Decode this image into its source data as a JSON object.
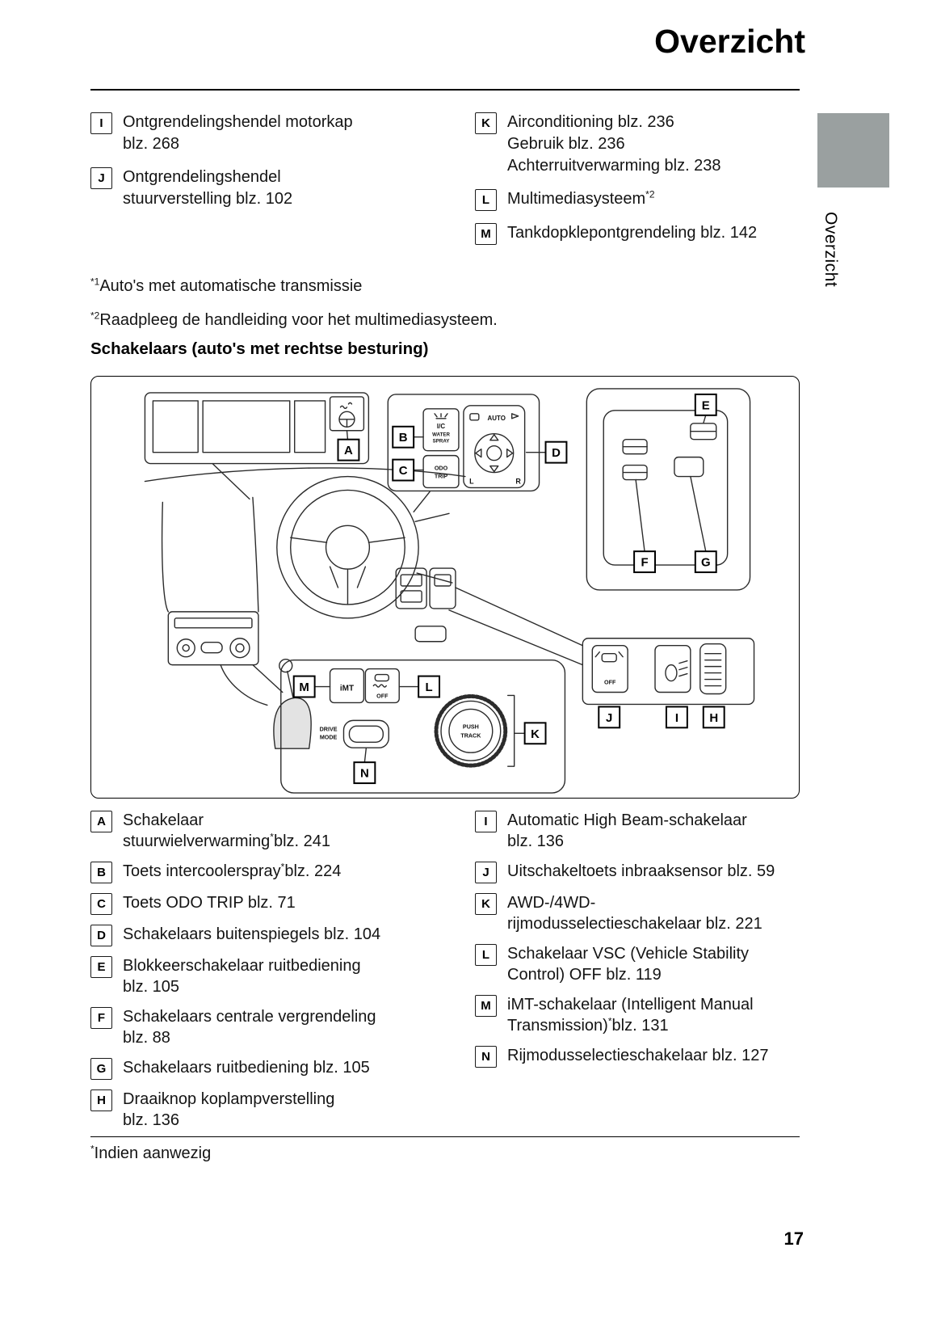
{
  "page": {
    "title": "Overzicht",
    "number": "17"
  },
  "sidebar": {
    "vertical_label": "Overzicht",
    "tab_color": "#9aa0a0"
  },
  "top_list": {
    "left": [
      {
        "key": "I",
        "line1": "Ontgrendelingshendel motorkap",
        "line2": "blz. 268"
      },
      {
        "key": "J",
        "line1": "Ontgrendelingshendel",
        "line2": "stuurverstelling blz. 102"
      }
    ],
    "right": [
      {
        "key": "K",
        "line1": "Airconditioning blz. 236",
        "line2": "Gebruik blz. 236",
        "line3": "Achterruitverwarming blz. 238"
      },
      {
        "key": "L",
        "line1": "Multimediasysteem",
        "sup": "*2"
      },
      {
        "key": "M",
        "line1": "Tankdopklepontgrendeling blz. 142"
      }
    ]
  },
  "footnotes": [
    {
      "sup": "*1",
      "text": "Auto's met automatische transmissie"
    },
    {
      "sup": "*2",
      "text": "Raadpleeg de handleiding voor het multimediasysteem."
    }
  ],
  "section_heading": "Schakelaars (auto's met rechtse besturing)",
  "diagram": {
    "callouts": {
      "a": "A",
      "b": "B",
      "c": "C",
      "d": "D",
      "e": "E",
      "f": "F",
      "g": "G",
      "h": "H",
      "i": "I",
      "j": "J",
      "k": "K",
      "l": "L",
      "m": "M",
      "n": "N"
    },
    "buttons": {
      "ic1": "I/C",
      "ic2": "WATER",
      "ic3": "SPRAY",
      "odo1": "ODO",
      "odo2": "TRIP",
      "auto": "AUTO",
      "mirror_l": "L",
      "mirror_r": "R",
      "imt": "iMT",
      "vsc_off": "OFF",
      "drive1": "DRIVE",
      "drive2": "MODE",
      "push1": "PUSH",
      "push2": "TRACK",
      "fold_off": "OFF"
    }
  },
  "legend": {
    "left": [
      {
        "key": "A",
        "line1": "Schakelaar",
        "line2pre": "stuurwielverwarming",
        "line2sup": "*",
        "line2post": "blz. 241"
      },
      {
        "key": "B",
        "line1pre": "Toets intercoolerspray",
        "line1sup": "*",
        "line1post": "blz. 224"
      },
      {
        "key": "C",
        "line1": "Toets ODO TRIP blz. 71"
      },
      {
        "key": "D",
        "line1": "Schakelaars buitenspiegels blz. 104"
      },
      {
        "key": "E",
        "line1": "Blokkeerschakelaar ruitbediening",
        "line2": "blz. 105"
      },
      {
        "key": "F",
        "line1": "Schakelaars centrale vergrendeling",
        "line2": "blz. 88"
      },
      {
        "key": "G",
        "line1": "Schakelaars ruitbediening blz. 105"
      },
      {
        "key": "H",
        "line1": "Draaiknop koplampverstelling",
        "line2": "blz. 136"
      }
    ],
    "right": [
      {
        "key": "I",
        "line1": "Automatic High Beam-schakelaar",
        "line2": "blz. 136"
      },
      {
        "key": "J",
        "line1": "Uitschakeltoets inbraaksensor blz. 59"
      },
      {
        "key": "K",
        "line1": "AWD-/4WD-",
        "line2": "rijmodusselectieschakelaar blz. 221"
      },
      {
        "key": "L",
        "line1": "Schakelaar VSC (Vehicle Stability",
        "line2": "Control) OFF blz. 119"
      },
      {
        "key": "M",
        "line1": "iMT-schakelaar (Intelligent Manual",
        "line2pre": "Transmission)",
        "line2sup": "*",
        "line2post": "blz. 131"
      },
      {
        "key": "N",
        "line1": "Rijmodusselectieschakelaar blz. 127"
      }
    ]
  },
  "bottom_footnote": {
    "sup": "*",
    "text": "Indien aanwezig"
  }
}
